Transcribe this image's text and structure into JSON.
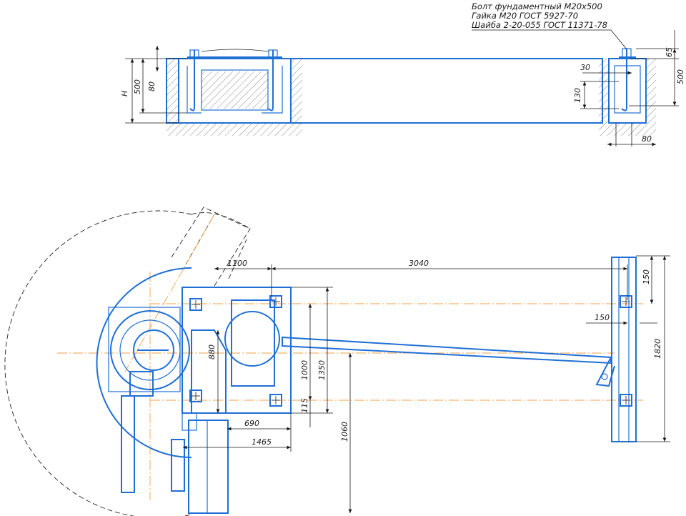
{
  "notes": {
    "line1": "Болт фундаментный М20х500",
    "line2": "Гайка М20 ГОСТ 5927-70",
    "line3": "Шайба 2-20-055 ГОСТ 11371-78"
  },
  "section_dims": {
    "h": "H",
    "d500_left": "500",
    "d80_left": "80",
    "d30": "30",
    "d130": "130",
    "d65": "65",
    "d500_right": "500",
    "d80_bottom": "80"
  },
  "plan_dims": {
    "d1100": "1100",
    "d3040": "3040",
    "d150_top": "150",
    "d150_mid": "150",
    "d1820": "1820",
    "d880": "880",
    "d1000": "1000",
    "d1350": "1350",
    "d115": "115",
    "d690": "690",
    "d1465": "1465",
    "d1060": "1060"
  },
  "colors": {
    "outline": "#1f6fd6",
    "axis": "#f2a04a",
    "dimension": "#1a1a1a"
  }
}
